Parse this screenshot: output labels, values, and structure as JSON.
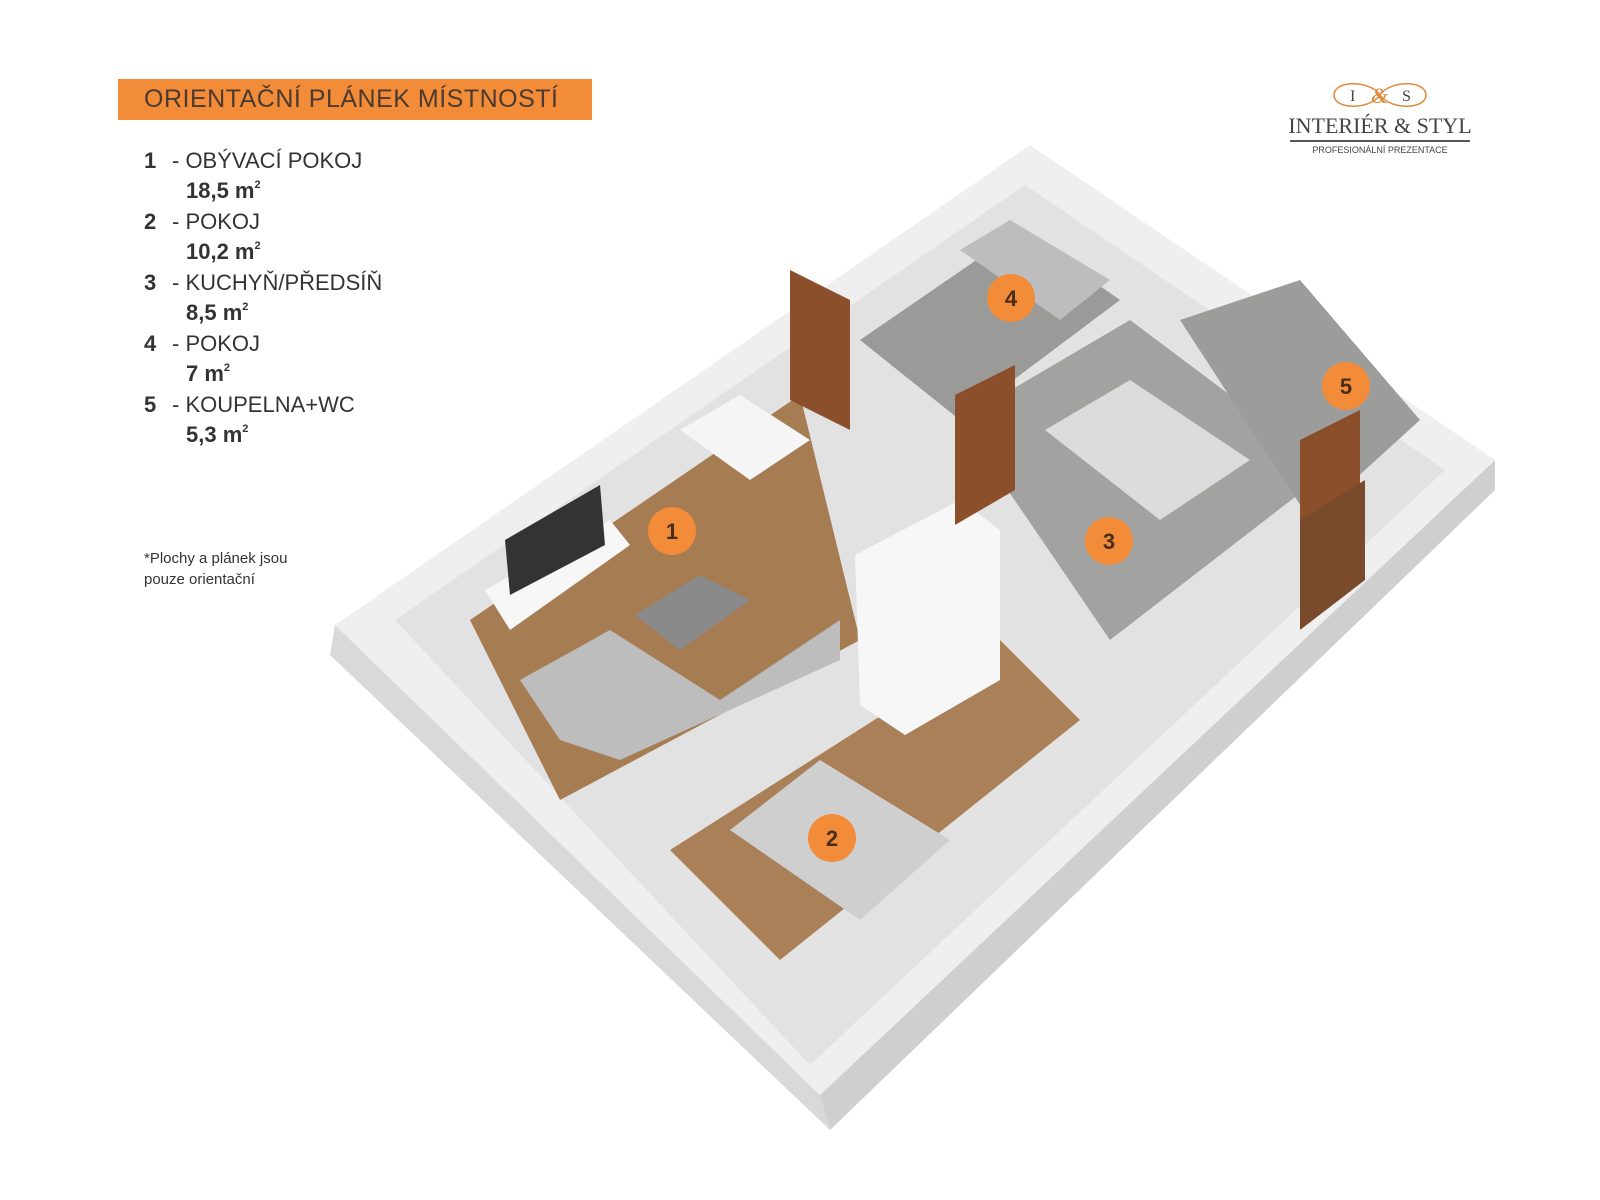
{
  "title": "ORIENTAČNÍ PLÁNEK MÍSTNOSTÍ",
  "rooms": [
    {
      "num": "1",
      "name": "- OBÝVACÍ POKOJ",
      "area": "18,5 m",
      "unit_sup": "2"
    },
    {
      "num": "2",
      "name": "- POKOJ",
      "area": "10,2 m",
      "unit_sup": "2"
    },
    {
      "num": "3",
      "name": "- KUCHYŇ/PŘEDSÍŇ",
      "area": "8,5 m",
      "unit_sup": "2"
    },
    {
      "num": "4",
      "name": "- POKOJ",
      "area": "7 m",
      "unit_sup": "2"
    },
    {
      "num": "5",
      "name": "- KOUPELNA+WC",
      "area": "5,3 m",
      "unit_sup": "2"
    }
  ],
  "note_line1": "*Plochy  a plánek jsou",
  "note_line2": "pouze orientační",
  "logo": {
    "monogram_left": "I",
    "monogram_amp": "&",
    "monogram_right": "S",
    "name": "INTERIÉR & STYL",
    "tagline": "PROFESIONÁLNÍ PREZENTACE"
  },
  "markers": [
    "1",
    "2",
    "3",
    "4",
    "5"
  ],
  "colors": {
    "accent": "#f28c38",
    "wood": "#a67c52",
    "tile": "#9a9a98",
    "wall": "#f2f2f2"
  }
}
